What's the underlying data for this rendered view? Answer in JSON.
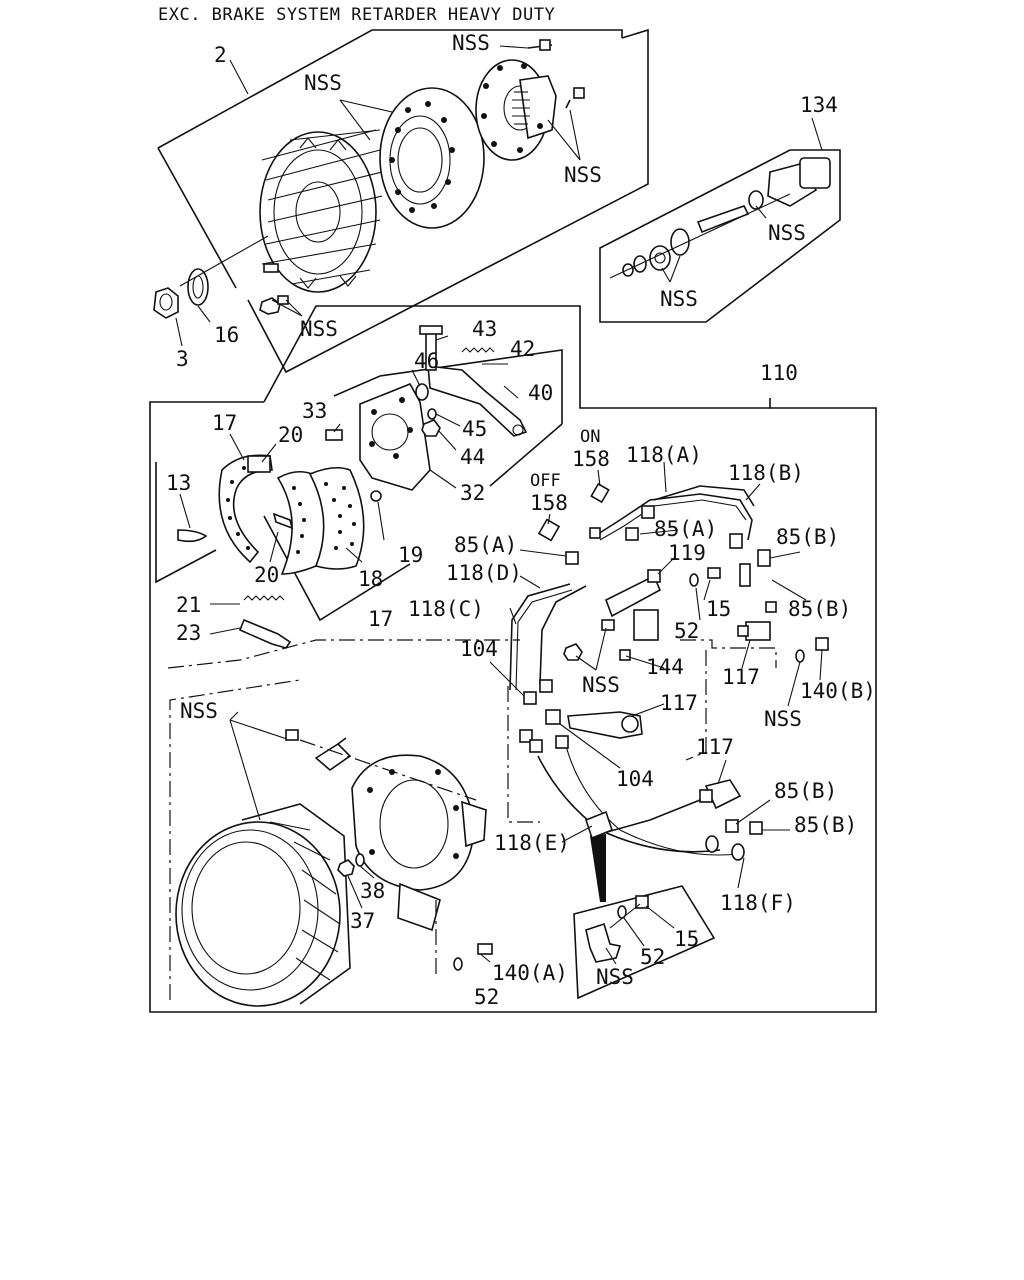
{
  "title": "EXC. BRAKE SYSTEM RETARDER HEAVY DUTY",
  "callouts": {
    "c_2": "2",
    "c_3": "3",
    "c_16": "16",
    "nss_top_bolt": "NSS",
    "nss_drum": "NSS",
    "nss_flange": "NSS",
    "nss_studs": "NSS",
    "c_134": "134",
    "nss_134a": "NSS",
    "nss_134b": "NSS",
    "c_110": "110",
    "c_43": "43",
    "c_42": "42",
    "c_46": "46",
    "c_40": "40",
    "c_33": "33",
    "c_45": "45",
    "c_44": "44",
    "c_32": "32",
    "c_17a": "17",
    "c_20a": "20",
    "c_13": "13",
    "c_20b": "20",
    "c_19": "19",
    "c_18": "18",
    "c_17b": "17",
    "c_21": "21",
    "c_23": "23",
    "on": "ON",
    "c_158a": "158",
    "off": "OFF",
    "c_158b": "158",
    "c_118A": "118(A)",
    "c_118B": "118(B)",
    "c_85A_1": "85(A)",
    "c_85A_2": "85(A)",
    "c_85B_1": "85(B)",
    "c_119": "119",
    "c_118D": "118(D)",
    "c_118C": "118(C)",
    "c_15a": "15",
    "c_85B_2": "85(B)",
    "c_52a": "52",
    "c_104a": "104",
    "c_144": "144",
    "nss_mid": "NSS",
    "c_117a": "117",
    "c_140B": "140(B)",
    "nss_right": "NSS",
    "c_117b": "117",
    "nss_left": "NSS",
    "c_104b": "104",
    "c_117c": "117",
    "c_85B_3": "85(B)",
    "c_85B_4": "85(B)",
    "c_118E": "118(E)",
    "c_118F": "118(F)",
    "c_38": "38",
    "c_37": "37",
    "c_15b": "15",
    "c_52b": "52",
    "nss_bracket": "NSS",
    "c_140A": "140(A)",
    "c_52c": "52"
  }
}
